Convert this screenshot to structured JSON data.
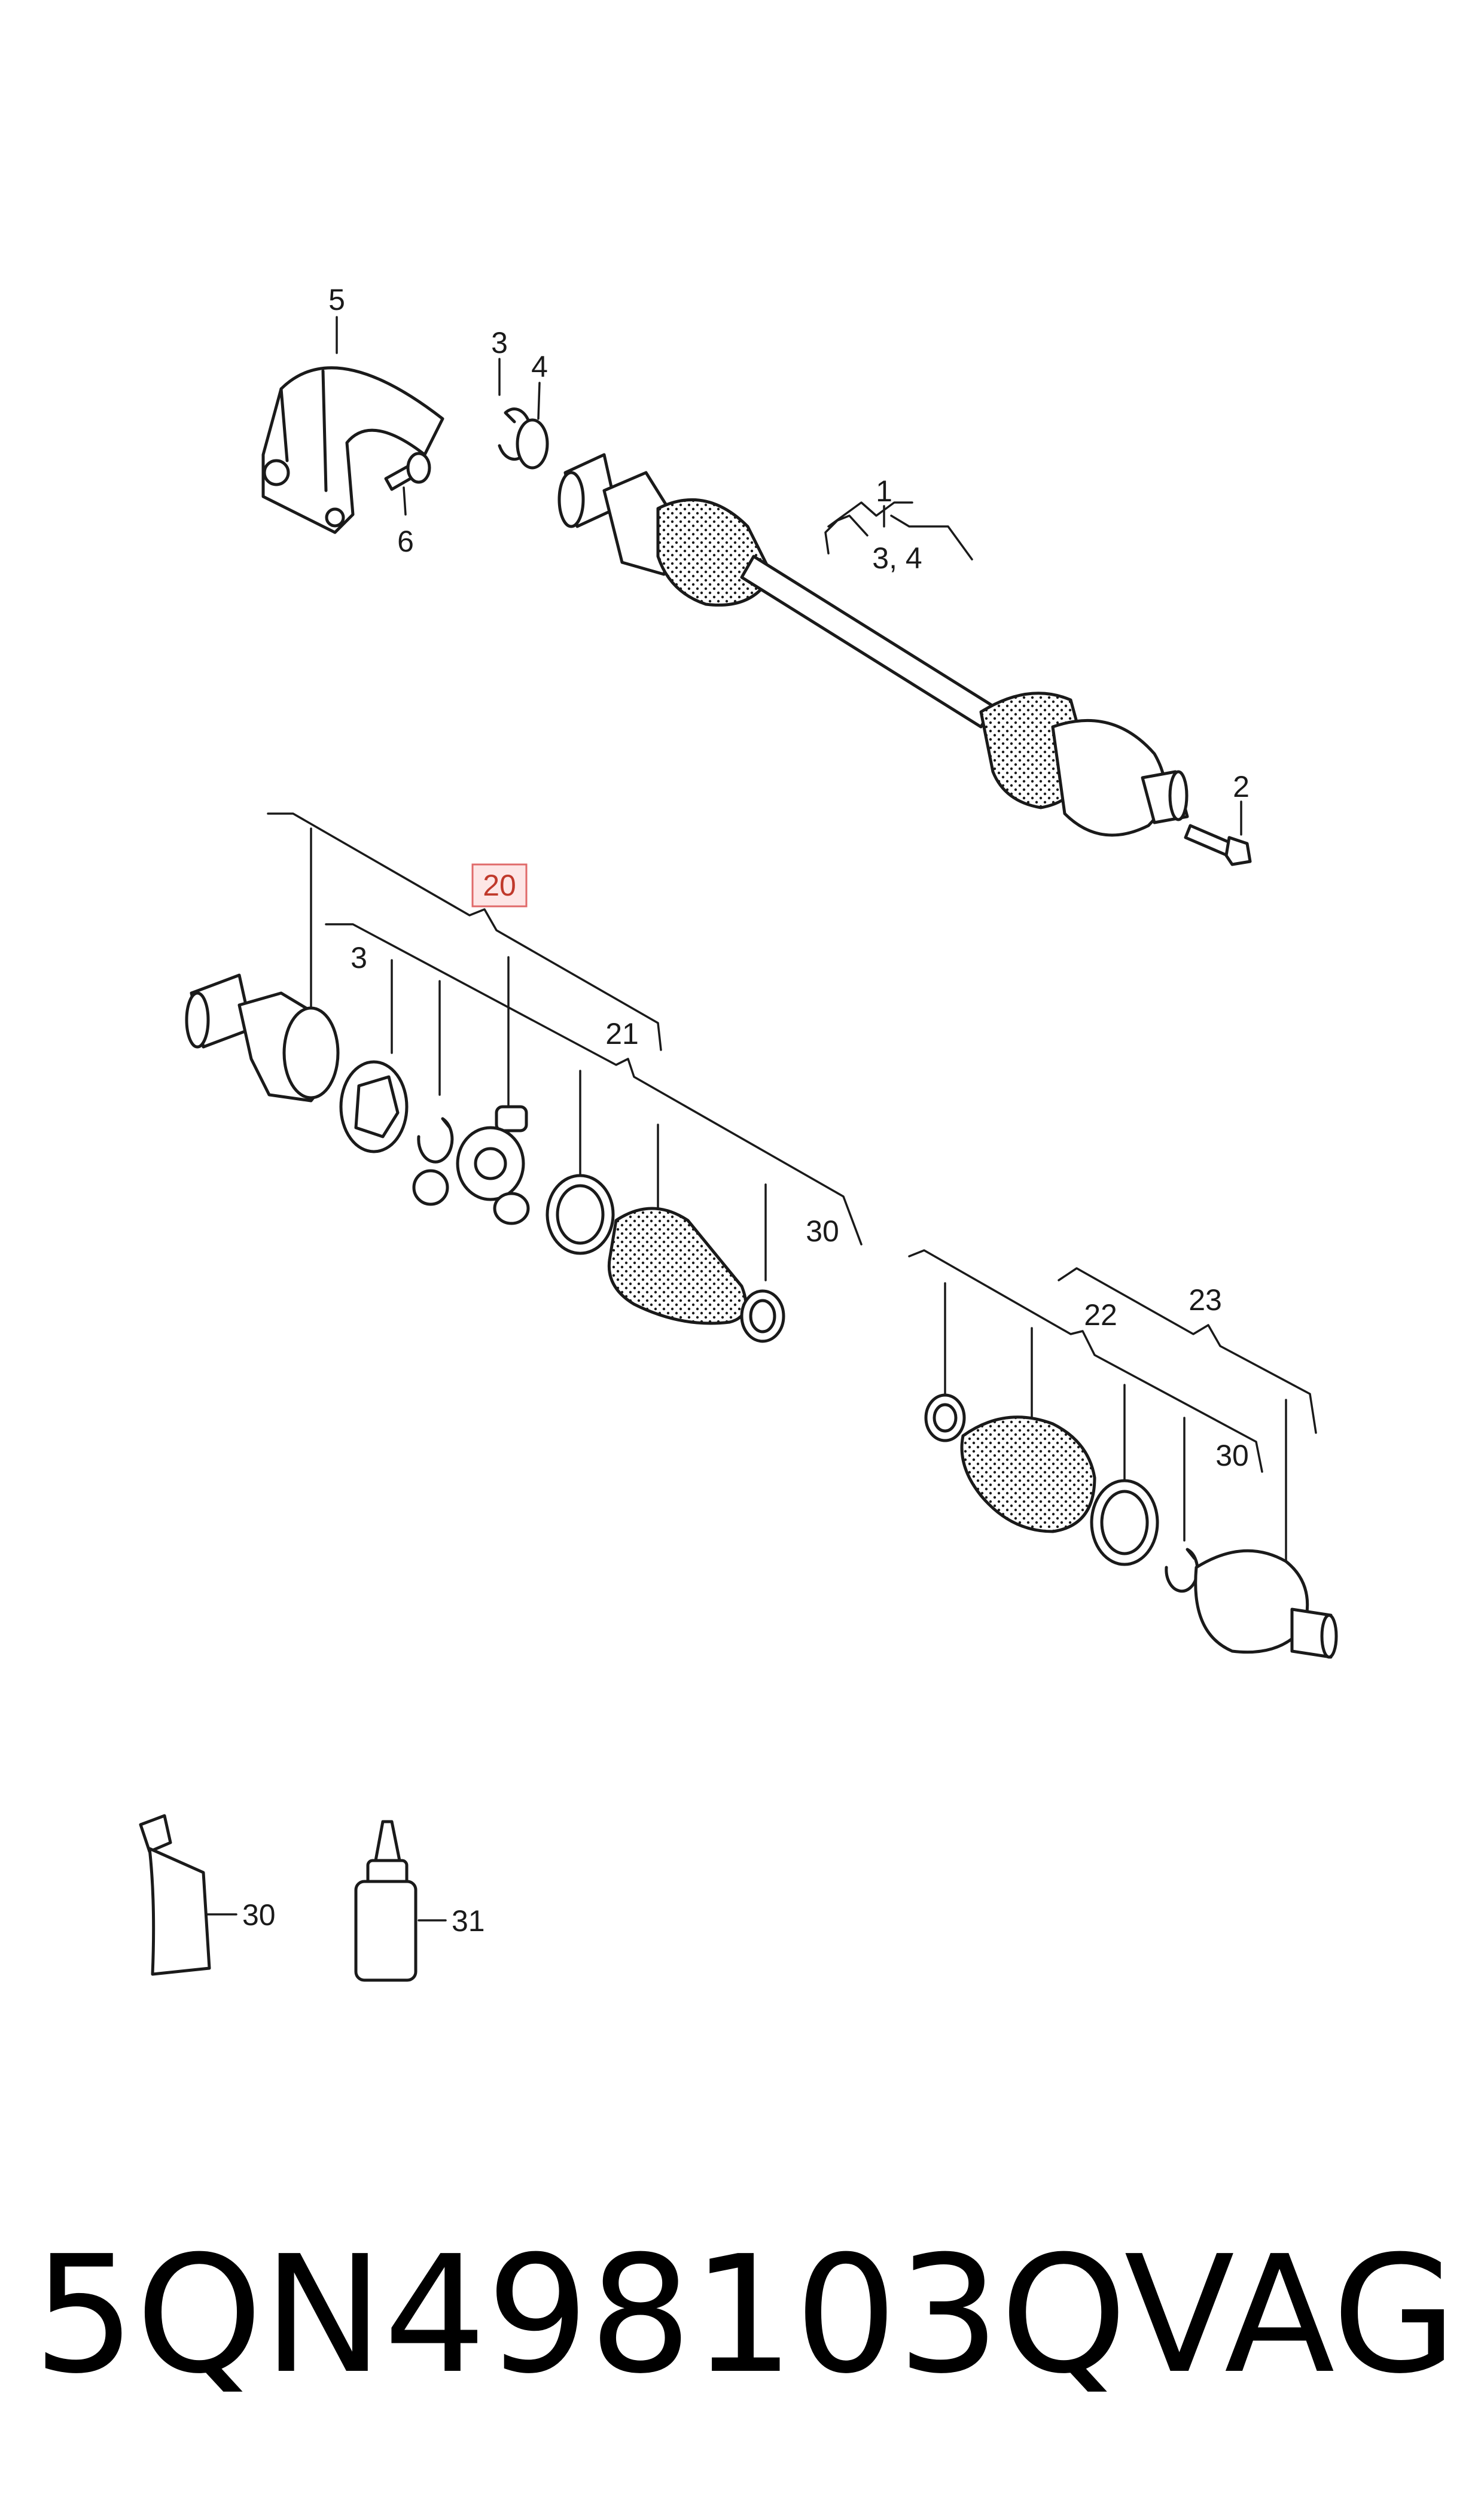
{
  "callouts": {
    "c1": "1",
    "c2": "2",
    "c3_top": "3",
    "c3_4": "3, 4",
    "c4": "4",
    "c5": "5",
    "c6": "6",
    "c20": "20",
    "c3_mid": "3",
    "c21": "21",
    "c30_mid": "30",
    "c22": "22",
    "c23": "23",
    "c30_right": "30",
    "c30_tube": "30",
    "c31_bottle": "31"
  },
  "highlight": {
    "part": "20",
    "color": "#e06a6a",
    "fill": "#fde6e6"
  },
  "footer": {
    "part_number": "5QN498103Q",
    "brand": "VAG"
  }
}
